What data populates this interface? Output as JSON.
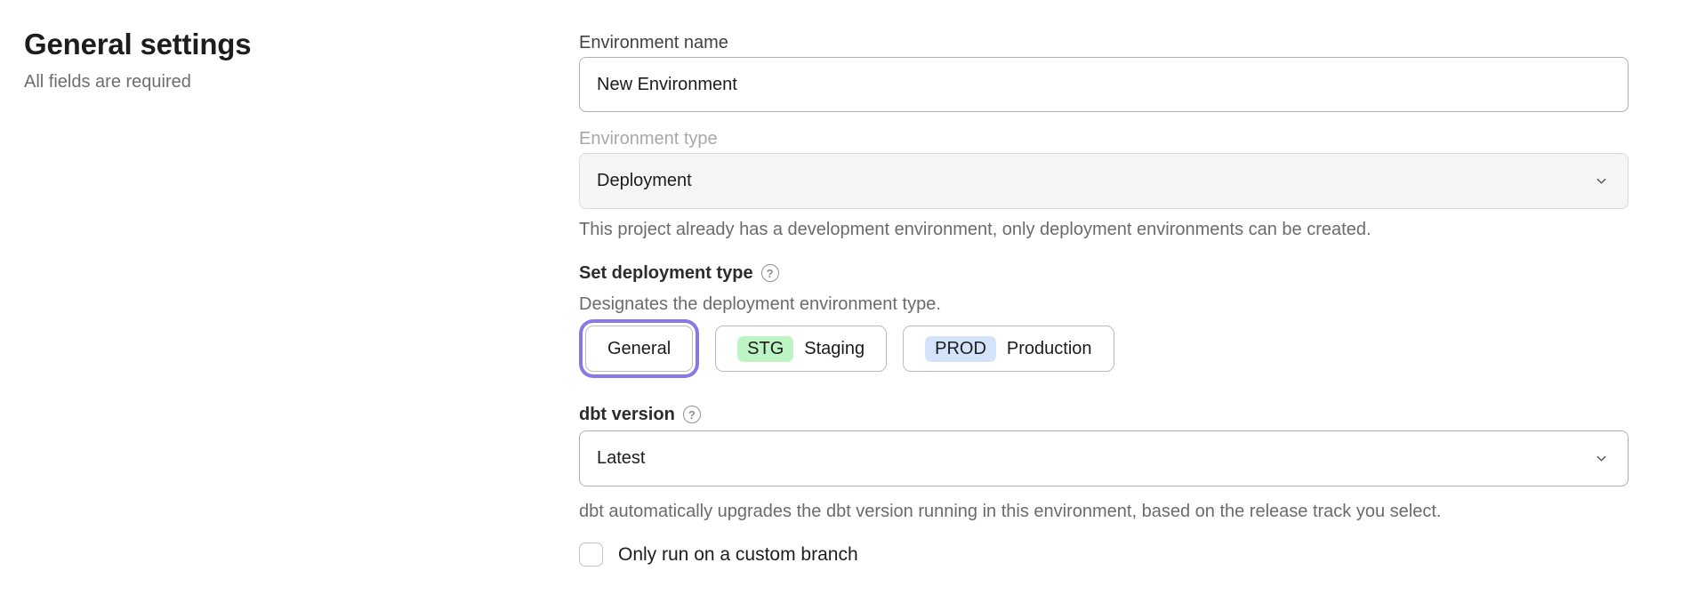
{
  "page": {
    "title": "General settings",
    "subtitle": "All fields are required"
  },
  "form": {
    "environment_name": {
      "label": "Environment name",
      "value": "New Environment"
    },
    "environment_type": {
      "label": "Environment type",
      "value": "Deployment",
      "disabled": true,
      "helper": "This project already has a development environment, only deployment environments can be created."
    },
    "deployment_type": {
      "label": "Set deployment type",
      "description": "Designates the deployment environment type.",
      "options": [
        {
          "id": "general",
          "label": "General",
          "badge": "",
          "selected": true
        },
        {
          "id": "staging",
          "label": "Staging",
          "badge": "STG",
          "badge_color": "#bdf4c3",
          "selected": false
        },
        {
          "id": "production",
          "label": "Production",
          "badge": "PROD",
          "badge_color": "#d2e3fa",
          "selected": false
        }
      ]
    },
    "dbt_version": {
      "label": "dbt version",
      "value": "Latest",
      "helper": "dbt automatically upgrades the dbt version running in this environment, based on the release track you select."
    },
    "custom_branch": {
      "label": "Only run on a custom branch",
      "checked": false
    }
  },
  "icons": {
    "help": "?",
    "chevron_down": "v"
  },
  "colors": {
    "accent_selected_ring": "#8778e9",
    "staging_badge": "#bdf4c3",
    "production_badge": "#d2e3fa",
    "disabled_field_bg": "#f5f5f5"
  }
}
